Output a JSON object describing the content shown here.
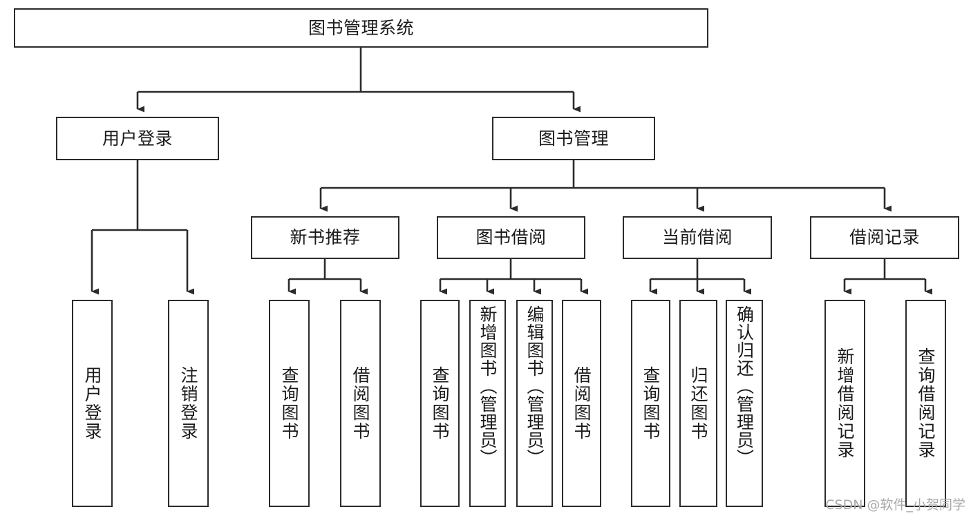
{
  "diagram": {
    "title": "图书管理系统",
    "type": "tree-hierarchy",
    "stroke_color": "#2b2b2b",
    "fill_color": "#ffffff",
    "text_color": "#1a1a1a",
    "root": {
      "label": "图书管理系统"
    },
    "level2": [
      {
        "label": "用户登录"
      },
      {
        "label": "图书管理"
      }
    ],
    "level3": [
      {
        "label": "新书推荐"
      },
      {
        "label": "图书借阅"
      },
      {
        "label": "当前借阅"
      },
      {
        "label": "借阅记录"
      }
    ],
    "leaves": {
      "user_login": [
        {
          "label": "用户登录"
        },
        {
          "label": "注销登录"
        }
      ],
      "new_book": [
        {
          "label": "查询图书"
        },
        {
          "label": "借阅图书"
        }
      ],
      "book_borrow": [
        {
          "label": "查询图书"
        },
        {
          "label": "新增图书（管理员）"
        },
        {
          "label": "编辑图书（管理员）"
        },
        {
          "label": "借阅图书"
        }
      ],
      "current_borrow": [
        {
          "label": "查询图书"
        },
        {
          "label": "归还图书"
        },
        {
          "label": "确认归还（管理员）"
        }
      ],
      "borrow_record": [
        {
          "label": "新增借阅记录"
        },
        {
          "label": "查询借阅记录"
        }
      ]
    }
  },
  "watermark": {
    "text": "CSDN @软件_小贺同学"
  }
}
